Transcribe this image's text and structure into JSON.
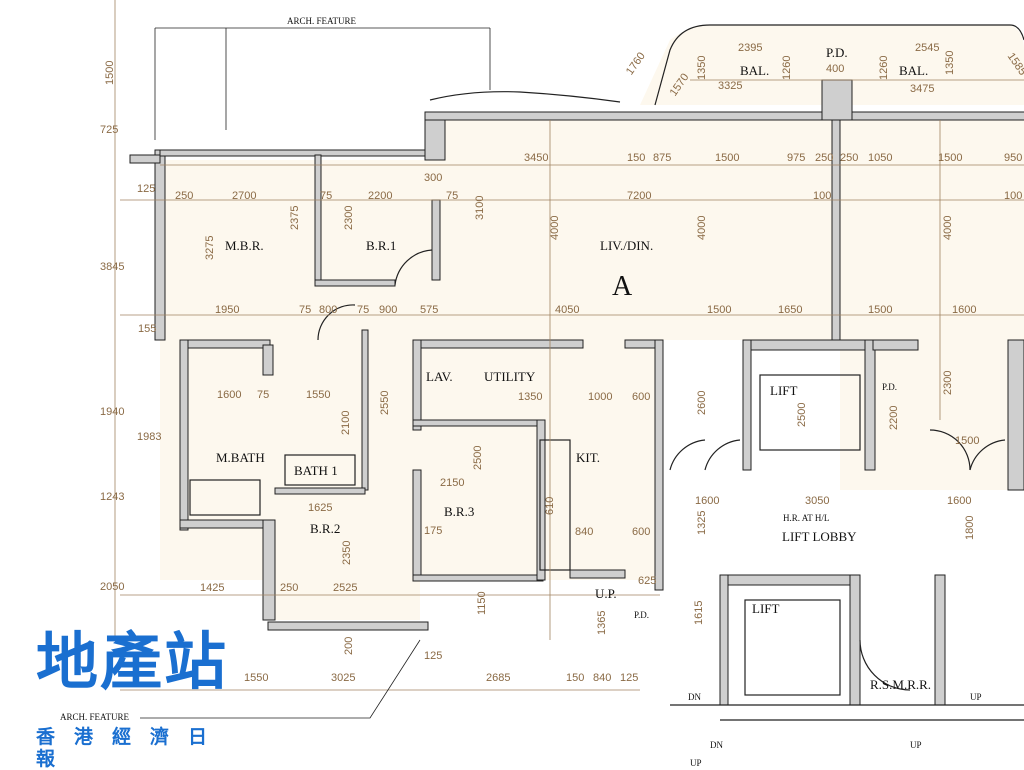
{
  "rooms": {
    "mbr": "M.B.R.",
    "br1": "B.R.1",
    "br2": "B.R.2",
    "br3": "B.R.3",
    "livdin": "LIV./DIN.",
    "unit": "A",
    "lav": "LAV.",
    "utility": "UTILITY",
    "kit": "KIT.",
    "mbath": "M.BATH",
    "bath1": "BATH 1",
    "lift1": "LIFT",
    "lift2": "LIFT",
    "pd1": "P.D.",
    "pd2": "P.D.",
    "pd3": "P.D.",
    "bal1": "BAL.",
    "bal2": "BAL.",
    "lobby": "LIFT LOBBY",
    "rsmrr": "R.S.M.R.R.",
    "up1": "U.P.",
    "up2": "UP",
    "dn1": "DN",
    "dn2": "DN",
    "up3": "UP",
    "up4": "UP"
  },
  "notes": {
    "arch_top": "ARCH. FEATURE",
    "arch_bottom": "ARCH. FEATURE",
    "hr": "H.R. AT H/L"
  },
  "dims": [
    "1500",
    "725",
    "3845",
    "1940",
    "1243",
    "2050",
    "1983",
    "155",
    "125",
    "250",
    "2700",
    "75",
    "2200",
    "300",
    "75",
    "3450",
    "150",
    "875",
    "1500",
    "975",
    "250",
    "250",
    "1050",
    "1500",
    "950",
    "7200",
    "100",
    "3275",
    "2375",
    "2300",
    "3100",
    "4000",
    "4000",
    "4000",
    "1950",
    "75",
    "800",
    "75",
    "900",
    "575",
    "4050",
    "1500",
    "1650",
    "1500",
    "1600",
    "1600",
    "75",
    "1550",
    "2550",
    "2100",
    "2150",
    "2500",
    "1350",
    "1000",
    "600",
    "2600",
    "2500",
    "2200",
    "2300",
    "1500",
    "3050",
    "1600",
    "1625",
    "2350",
    "2525",
    "1425",
    "250",
    "1150",
    "1325",
    "1800",
    "1550",
    "3025",
    "2685",
    "150",
    "840",
    "125",
    "2395",
    "2545",
    "3325",
    "3475",
    "1350",
    "1260",
    "1260",
    "1350",
    "1760",
    "1570",
    "1585",
    "100",
    "400",
    "100",
    "600",
    "610",
    "840",
    "600",
    "625",
    "1365",
    "1615",
    "200",
    "175",
    "125"
  ],
  "logo": {
    "title": "地產站",
    "subtitle": "香港經濟日報"
  },
  "colors": {
    "floor": "#fdf8ee",
    "wall": "#cfcfcf",
    "dimension": "#8a6a45",
    "logo": "#1a6fd0"
  }
}
